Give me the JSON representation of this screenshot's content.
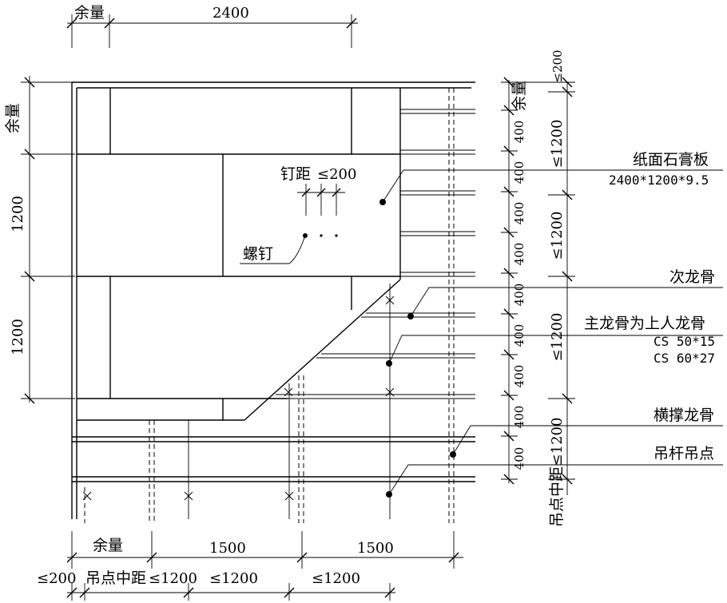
{
  "top_dims": {
    "yuliang": "余量",
    "width_2400": "2400"
  },
  "left_dims": {
    "yuliang": "余量",
    "h1200_a": "1200",
    "h1200_b": "1200"
  },
  "right_dims": {
    "le200": "≤200",
    "yuliang": "余量",
    "le1200_a": "≤1200",
    "le1200_b": "≤1200",
    "le1200_c": "≤1200",
    "le1200_d": "≤1200",
    "diaodian": "吊点中距",
    "v400": [
      "400",
      "400",
      "400",
      "400",
      "400",
      "400",
      "400",
      "400",
      "400"
    ]
  },
  "bottom_dims": {
    "yuliang": "余量",
    "w1500_a": "1500",
    "w1500_b": "1500",
    "le200": "≤200",
    "diaodian": "吊点中距",
    "le1200_a": "≤1200",
    "le1200_b": "≤1200",
    "le1200_c": "≤1200"
  },
  "annotations": {
    "nail_spacing": "钉距",
    "nail_spacing_value": "≤200",
    "screw": "螺钉"
  },
  "labels": {
    "gypsum_board": "纸面石膏板",
    "gypsum_board_size": "2400*1200*9.5",
    "secondary_keel": "次龙骨",
    "main_keel": "主龙骨为上人龙骨",
    "main_keel_spec_1": "CS 50*15",
    "main_keel_spec_2": "CS 60*27",
    "cross_brace_keel": "横撑龙骨",
    "hanger_point": "吊杆吊点"
  }
}
